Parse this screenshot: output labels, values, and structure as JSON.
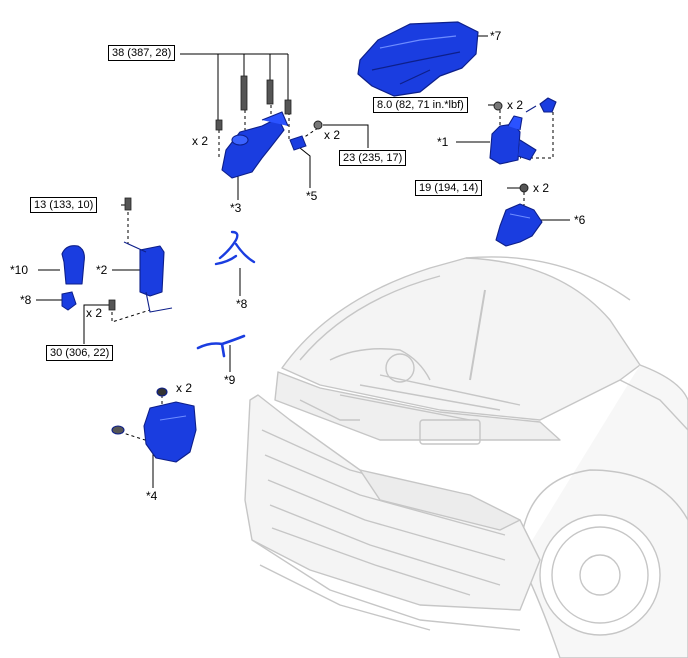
{
  "colors": {
    "part_fill": "#1a3de0",
    "part_dark": "#0d1f8a",
    "vehicle_line": "#c8c8c8",
    "callout_line": "#000000"
  },
  "part_labels": {
    "p1": "*1",
    "p2": "*2",
    "p3": "*3",
    "p4": "*4",
    "p5": "*5",
    "p6": "*6",
    "p7": "*7",
    "p8a": "*8",
    "p8b": "*8",
    "p9": "*9",
    "p10": "*10"
  },
  "quantities": {
    "q_bolts3": "x 2",
    "q_nut5": "x 2",
    "q_nut1": "x 2",
    "q_nut6": "x 2",
    "q_bolt2": "x 2",
    "q_screw4": "x 2"
  },
  "torques": {
    "t38": "38 (387, 28)",
    "t23": "23 (235, 17)",
    "t8": "8.0 (82, 71 in.*lbf)",
    "t19": "19 (194, 14)",
    "t13": "13 (133, 10)",
    "t30": "30 (306, 22)"
  }
}
